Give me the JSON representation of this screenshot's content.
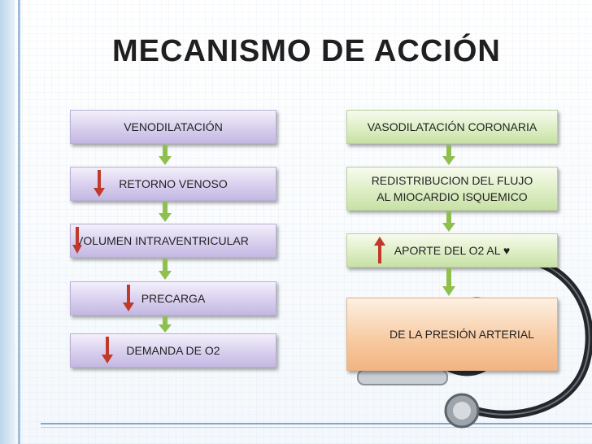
{
  "title": "MECANISMO DE ACCIÓN",
  "left_column": [
    {
      "label": "VENODILATACIÓN",
      "indicator": null
    },
    {
      "label": "RETORNO VENOSO",
      "indicator": "down"
    },
    {
      "label": "VOLUMEN INTRAVENTRICULAR",
      "indicator": "down"
    },
    {
      "label": "PRECARGA",
      "indicator": "down"
    },
    {
      "label": "DEMANDA DE O2",
      "indicator": "down"
    }
  ],
  "right_column": [
    {
      "label": "VASODILATACIÓN CORONARIA",
      "indicator": null
    },
    {
      "label": "REDISTRIBUCION DEL FLUJO AL MIOCARDIO ISQUEMICO",
      "indicator": null
    },
    {
      "label": "APORTE DEL O2 AL ♥",
      "indicator": "up"
    },
    {
      "label": "DE LA PRESIÓN ARTERIAL",
      "indicator": null
    }
  ],
  "colors": {
    "left_box": "#d8cfee",
    "right_box": "#ddeec4",
    "bottom_box": "#f7c9a0",
    "connector_arrow": "#8fbf4d",
    "indicator_arrow": "#c0392b"
  },
  "icons": [
    "green-down-arrow-icon",
    "red-down-arrow-icon",
    "red-up-arrow-icon",
    "stethoscope-icon"
  ]
}
